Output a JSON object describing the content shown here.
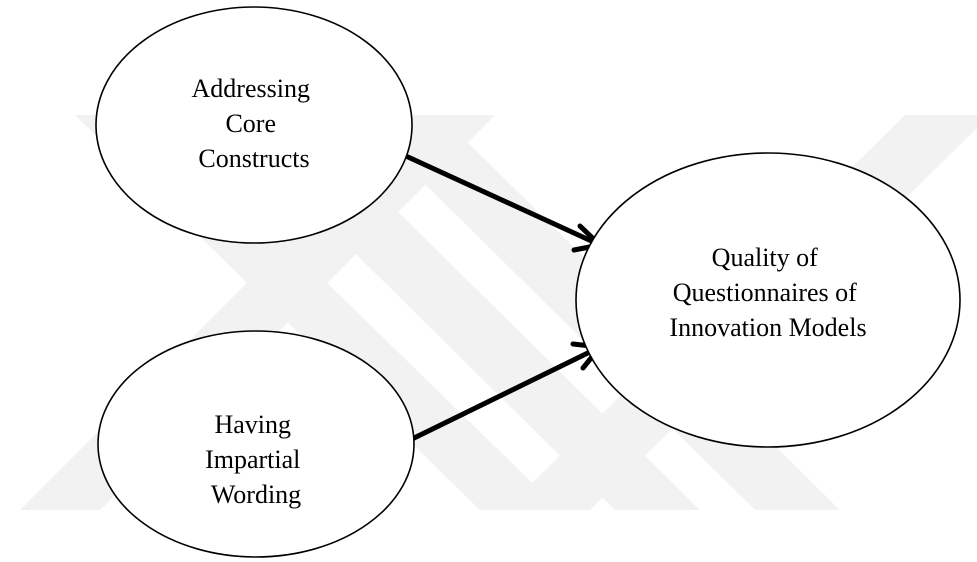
{
  "diagram": {
    "type": "path-model",
    "nodes": [
      {
        "id": "core",
        "label_lines": [
          "Addressing",
          "Core",
          "Constructs"
        ]
      },
      {
        "id": "wording",
        "label_lines": [
          "Having",
          "Impartial",
          "Wording"
        ]
      },
      {
        "id": "quality",
        "label_lines": [
          "Quality of",
          "Questionnaires of",
          "Innovation Models"
        ]
      }
    ],
    "edges": [
      {
        "from": "core",
        "to": "quality",
        "type": "directed-arrow"
      },
      {
        "from": "wording",
        "to": "quality",
        "type": "directed-arrow"
      }
    ],
    "watermark": {
      "color": "#f2f2f2"
    },
    "colors": {
      "stroke": "#000000",
      "fill": "#ffffff"
    }
  }
}
